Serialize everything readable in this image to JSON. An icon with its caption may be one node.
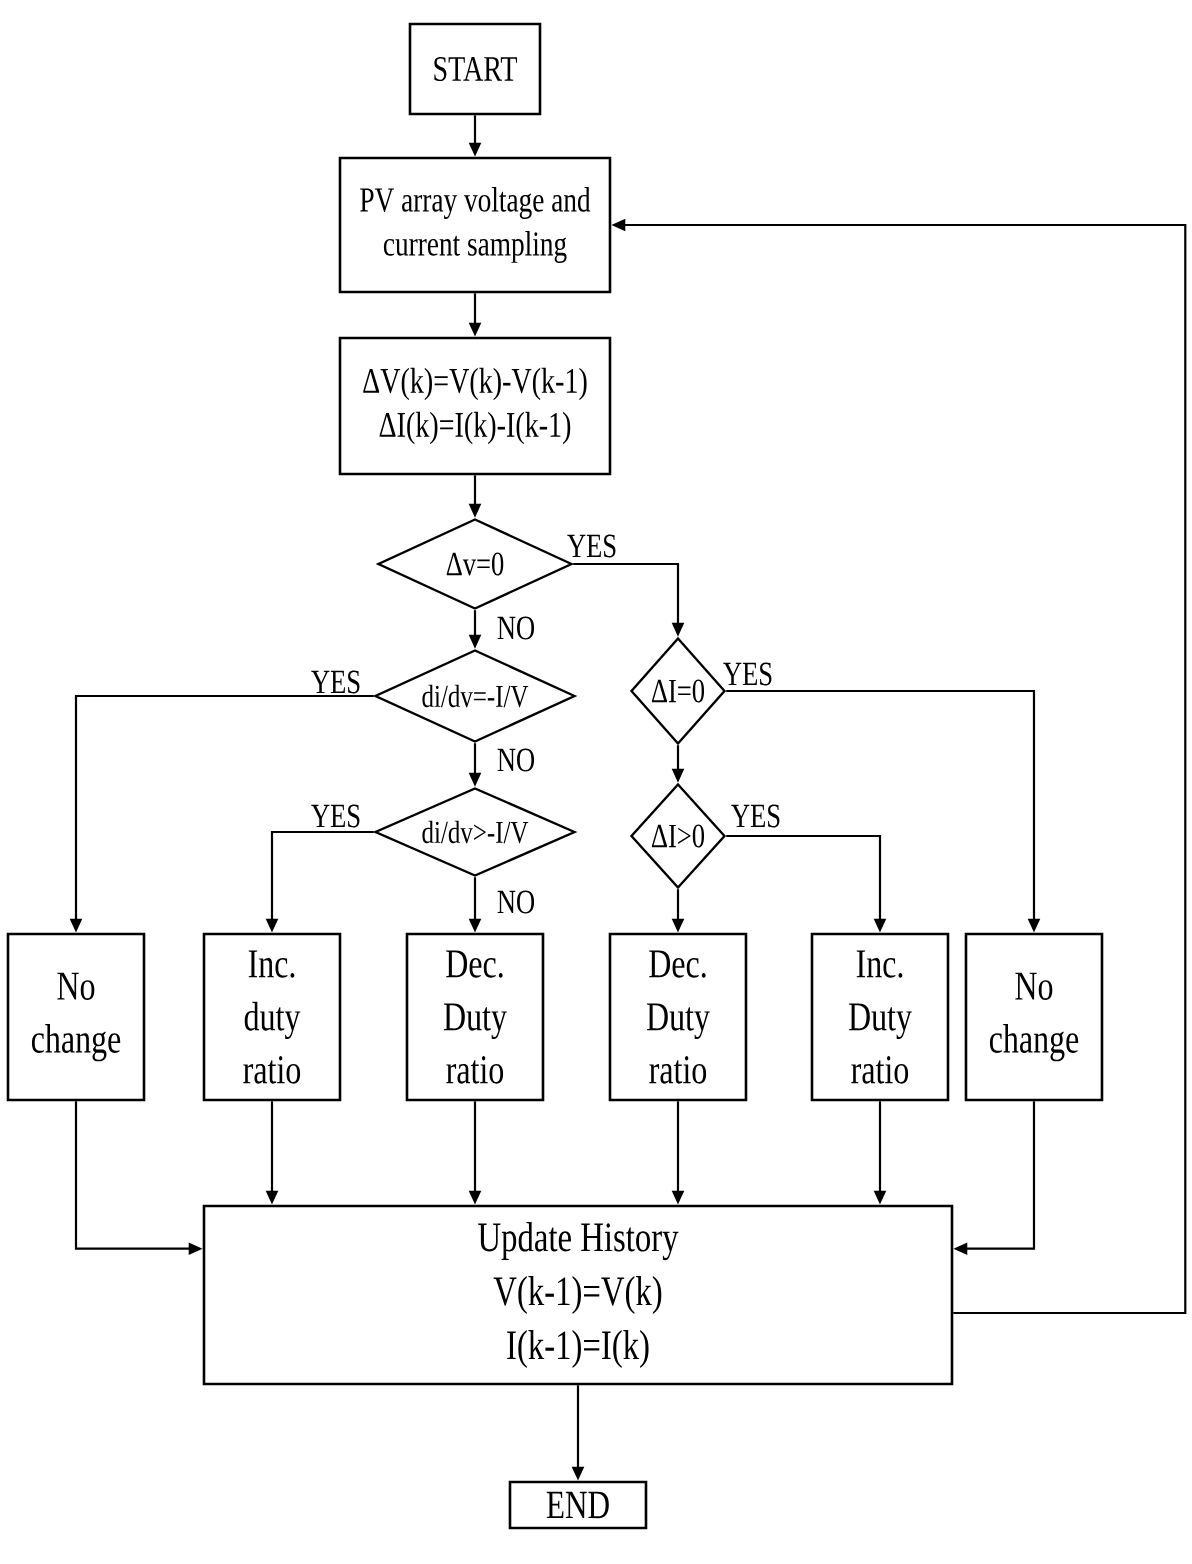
{
  "diagram": {
    "nodes": [
      {
        "text": [
          "START"
        ]
      },
      {
        "text": [
          "PV array voltage and current sampling"
        ]
      },
      {
        "text": [
          "ΔV(k)=V(k)-V(k-1)",
          "ΔI(k)=I(k)-I(k-1)"
        ]
      },
      {
        "text": [
          "Δv=0"
        ]
      },
      {
        "text": [
          "di/dv=-I/V"
        ]
      },
      {
        "text": [
          "di/dv>-I/V"
        ]
      },
      {
        "text": [
          "ΔI=0"
        ]
      },
      {
        "text": [
          "ΔI>0"
        ]
      },
      {
        "text": [
          "No change"
        ]
      },
      {
        "text": [
          "Inc. duty ratio"
        ]
      },
      {
        "text": [
          "Dec. Duty ratio"
        ]
      },
      {
        "text": [
          "Dec. Duty ratio"
        ]
      },
      {
        "text": [
          "Inc. Duty ratio"
        ]
      },
      {
        "text": [
          "No change"
        ]
      },
      {
        "text": [
          "Update History",
          "V(k-1)=V(k)",
          "I(k-1)=I(k)"
        ]
      },
      {
        "text": [
          "END"
        ]
      }
    ],
    "edges": [
      {
        "from": 0,
        "to": 1,
        "arrow": "to"
      },
      {
        "from": 1,
        "to": 2,
        "arrow": "to"
      },
      {
        "from": 2,
        "to": 3,
        "arrow": "to"
      },
      {
        "from": 3,
        "to": 6,
        "arrow": "to",
        "label": "YES"
      },
      {
        "from": 3,
        "to": 4,
        "arrow": "to",
        "label": "NO"
      },
      {
        "from": 4,
        "to": 8,
        "arrow": "to",
        "label": "YES"
      },
      {
        "from": 4,
        "to": 5,
        "arrow": "to",
        "label": "NO"
      },
      {
        "from": 5,
        "to": 9,
        "arrow": "to",
        "label": "YES"
      },
      {
        "from": 5,
        "to": 10,
        "arrow": "to",
        "label": "NO"
      },
      {
        "from": 6,
        "to": 13,
        "arrow": "to",
        "label": "YES"
      },
      {
        "from": 6,
        "to": 7,
        "arrow": "to"
      },
      {
        "from": 7,
        "to": 11,
        "arrow": "to"
      },
      {
        "from": 7,
        "to": 12,
        "arrow": "to",
        "label": "YES"
      },
      {
        "from": 8,
        "to": 14,
        "arrow": "to"
      },
      {
        "from": 9,
        "to": 14,
        "arrow": "to"
      },
      {
        "from": 10,
        "to": 14,
        "arrow": "to"
      },
      {
        "from": 11,
        "to": 14,
        "arrow": "to"
      },
      {
        "from": 12,
        "to": 14,
        "arrow": "to"
      },
      {
        "from": 13,
        "to": 14,
        "arrow": "to"
      },
      {
        "from": 14,
        "to": 15,
        "arrow": "to"
      },
      {
        "from": 14,
        "to": 1,
        "arrow": "to"
      }
    ]
  }
}
